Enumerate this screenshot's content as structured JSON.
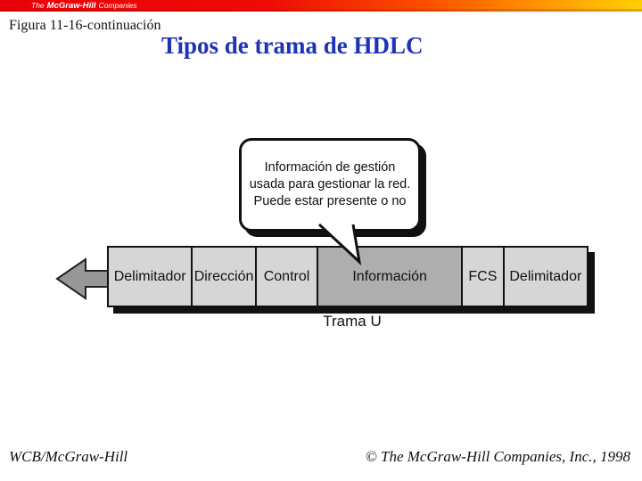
{
  "brand_bar": {
    "logo_the": "The",
    "logo_name": "McGraw-Hill",
    "logo_companies": "Companies",
    "gradient": [
      "#e90008",
      "#ff8c00",
      "#ffd000"
    ]
  },
  "header": {
    "figure_label": "Figura 11-16-continuación",
    "title": "Tipos de trama de HDLC",
    "title_color": "#1e32b8"
  },
  "diagram": {
    "callout": {
      "line1": "Información de gestión",
      "line2": "usada para gestionar la red.",
      "line3": "Puede estar presente o no"
    },
    "frame": {
      "cells": [
        {
          "label": "Delimitador"
        },
        {
          "label": "Dirección"
        },
        {
          "label": "Control"
        },
        {
          "label": "Información",
          "highlighted": true
        },
        {
          "label": "FCS"
        },
        {
          "label": "Delimitador"
        }
      ]
    },
    "frame_caption": "Trama U",
    "colors": {
      "cell_fill": "#d6d6d6",
      "highlight_fill": "#aeaeae",
      "arrow_fill": "#979797",
      "border": "#111111"
    }
  },
  "footer": {
    "left": "WCB/McGraw-Hill",
    "right": "© The McGraw-Hill Companies, Inc., 1998"
  }
}
